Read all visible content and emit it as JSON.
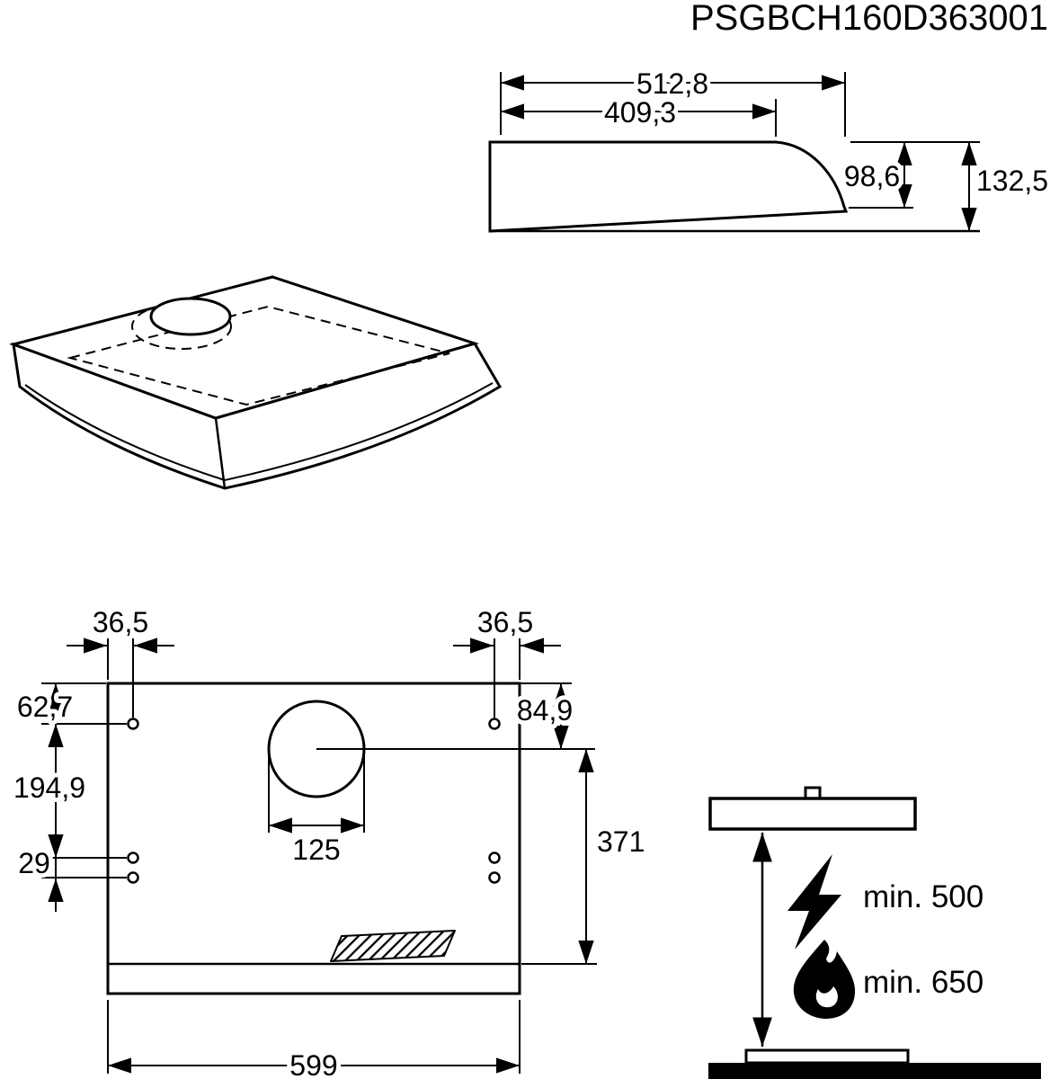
{
  "header": {
    "part_number": "PSGBCH160D363001"
  },
  "side_view": {
    "total_width": "512,8",
    "duct_offset": "409,3",
    "front_height": "98,6",
    "total_height": "132,5"
  },
  "plan_view": {
    "hole_inset_left": "36,5",
    "hole_inset_right": "36,5",
    "top_to_hole_row": "62,7",
    "hole_row_spacing": "194,9",
    "hole_pair_gap": "29",
    "top_to_vent_center": "84,9",
    "vent_diameter": "125",
    "vent_center_to_front": "371",
    "hood_width": "599"
  },
  "clearance_view": {
    "electric_min_height": "min. 500",
    "gas_min_height": "min. 650"
  },
  "icons": {
    "electric": "lightning-icon",
    "gas": "flame-icon"
  },
  "colors": {
    "line": "#000000",
    "background": "#ffffff"
  }
}
